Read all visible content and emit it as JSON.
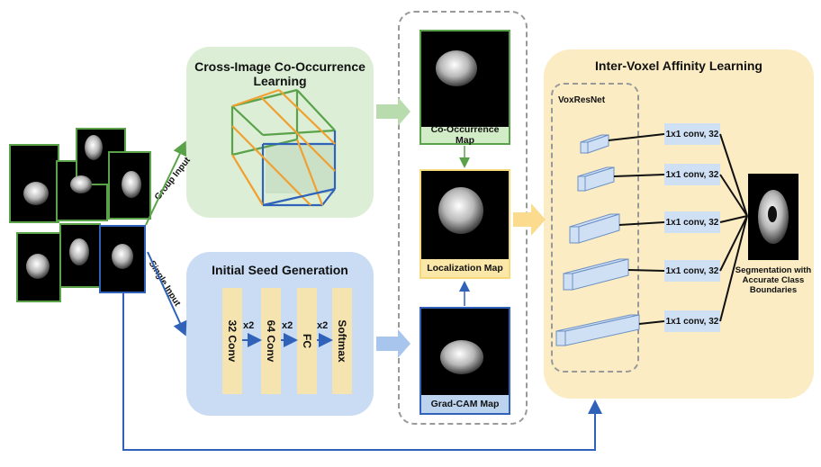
{
  "co_occurrence_panel": {
    "title": "Cross-Image Co-Occurrence Learning"
  },
  "seed_panel": {
    "title": "Initial Seed Generation",
    "layers": [
      "32 Conv",
      "64 Conv",
      "FC",
      "Softmax"
    ],
    "repeat_label": "x2"
  },
  "stages": {
    "co_occurrence_map": "Co-Occurrence Map",
    "localization_map": "Localization Map",
    "gradcam_map": "Grad-CAM Map"
  },
  "affinity_panel": {
    "title": "Inter-Voxel Affinity Learning",
    "backbone": "VoxResNet",
    "conv_label": "1x1 conv, 32",
    "output_label": "Segmentation with Accurate Class Boundaries"
  },
  "inputs": {
    "group": "Group Input",
    "single": "Single Input"
  },
  "colors": {
    "green_panel": "#dcefd6",
    "blue_panel": "#c9dcf4",
    "yellow_panel": "#fbecc4",
    "green_stroke": "#5aa24a",
    "blue_stroke": "#2f62b8",
    "orange_stroke": "#f0a030",
    "localization_label": "#fbe7a8",
    "gradcam_label": "#bcd3f0",
    "cooc_label": "#d3ecc8"
  }
}
